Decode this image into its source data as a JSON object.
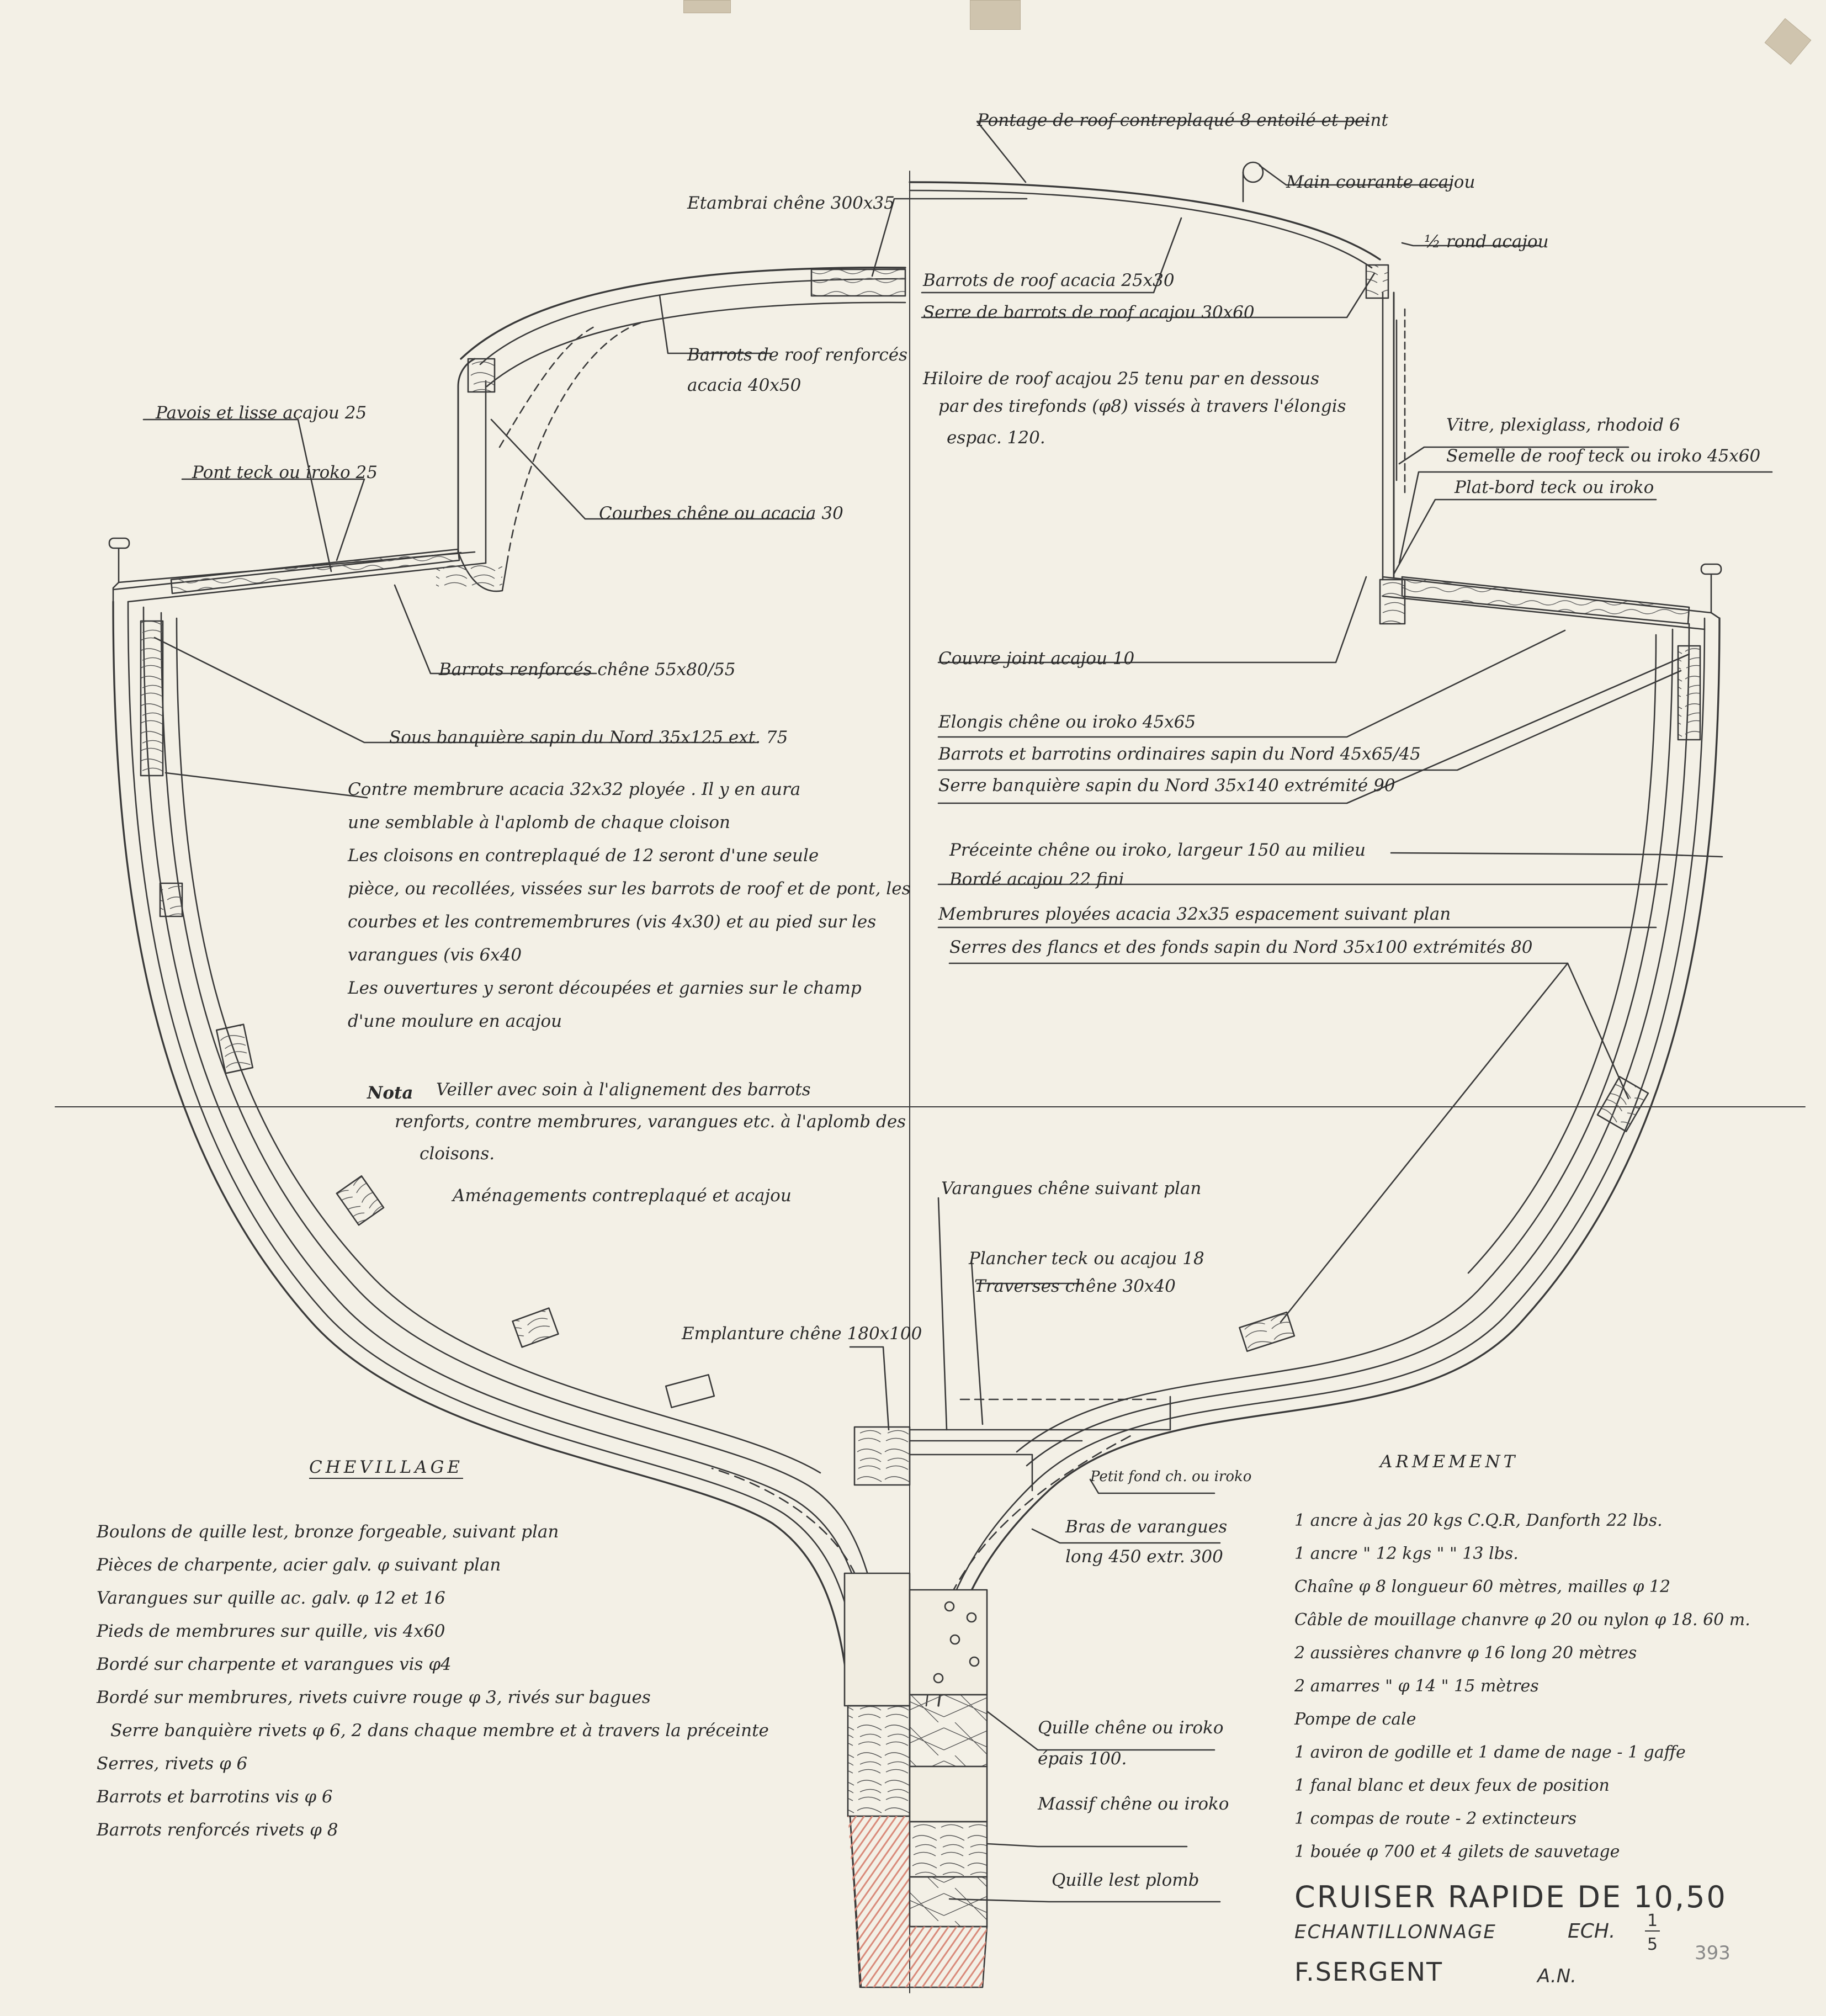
{
  "title_block": {
    "title": "CRUISER RAPIDE DE 10,50",
    "subtitle": "ECHANTILLONNAGE",
    "scale_label": "ECH.",
    "scale_num": "1",
    "scale_den": "5",
    "designer": "F.SERGENT",
    "initials": "A.N.",
    "sheet_number": "393"
  },
  "labels_left": {
    "etambrai": "Etambrai chêne 300x35",
    "barrots_roof_renforces_1": "Barrots de roof renforcés",
    "barrots_roof_renforces_2": "acacia 40x50",
    "pavois": "Pavois et lisse acajou 25",
    "pont": "Pont teck ou iroko 25",
    "courbes": "Courbes chêne ou acacia 30",
    "barrots_renforces": "Barrots renforcés chêne 55x80/55",
    "sous_banquiere": "Sous banquière sapin du Nord 35x125 ext. 75",
    "emplanture": "Emplanture chêne 180x100"
  },
  "notes_left": [
    "Contre membrure acacia 32x32 ployée . Il y en aura",
    "une semblable à l'aplomb de chaque cloison",
    "Les cloisons en contreplaqué de 12 seront d'une seule",
    "pièce, ou recollées, vissées sur les barrots de roof et de pont, les",
    "courbes et les contremembrures (vis 4x30) et au pied sur les",
    "varangues (vis 6x40",
    "Les ouvertures y seront découpées et garnies sur le champ",
    "d'une moulure en acajou"
  ],
  "nota": {
    "label": "Nota",
    "lines": [
      "Veiller avec soin à l'alignement des barrots",
      "renforts, contre membrures, varangues etc. à l'aplomb des",
      "cloisons."
    ],
    "amenagements": "Aménagements contreplaqué et acajou"
  },
  "labels_right": {
    "pontage": "Pontage de roof contreplaqué 8 entoilé et peint",
    "main_courante": "Main courante acajou",
    "demi_rond": "½ rond acajou",
    "barrots_roof": "Barrots de roof acacia 25x30",
    "serre_barrots": "Serre de barrots de roof acajou 30x60",
    "hiloire_1": "Hiloire de roof acajou 25 tenu par en dessous",
    "hiloire_2": "par des tirefonds (φ8) vissés à travers l'élongis",
    "hiloire_3": "espac. 120.",
    "vitre": "Vitre, plexiglass, rhodoid 6",
    "semelle": "Semelle de roof teck ou iroko 45x60",
    "plat_bord": "Plat-bord teck ou iroko",
    "couvre_joint": "Couvre joint acajou 10",
    "elongis": "Elongis chêne ou iroko 45x65",
    "barrots_ordinaires": "Barrots et barrotins ordinaires sapin du Nord 45x65/45",
    "serre_banquiere": "Serre banquière sapin du Nord 35x140 extrémité 90",
    "preceinte": "Préceinte chêne ou iroko, largeur 150 au milieu",
    "borde": "Bordé acajou 22 fini",
    "membrures": "Membrures ployées acacia 32x35 espacement suivant plan",
    "serres_flancs": "Serres des flancs et des fonds sapin du Nord 35x100 extrémités 80",
    "varangues": "Varangues chêne suivant plan",
    "plancher": "Plancher teck ou acajou 18",
    "traverses": "Traverses chêne 30x40",
    "petit_fond": "Petit fond ch. ou iroko",
    "bras_1": "Bras de varangues",
    "bras_2": "long 450 extr. 300",
    "quille_1": "Quille chêne ou iroko",
    "quille_2": "épais 100.",
    "massif": "Massif chêne ou iroko",
    "quille_lest": "Quille lest plomb"
  },
  "chevillage": {
    "heading": "CHEVILLAGE",
    "items": [
      "Boulons de quille lest, bronze forgeable, suivant plan",
      "Pièces de charpente, acier galv. φ suivant plan",
      "Varangues sur quille ac. galv. φ 12 et 16",
      "Pieds de membrures sur quille, vis 4x60",
      "Bordé sur charpente et varangues vis φ4",
      "Bordé sur membrures, rivets cuivre rouge φ 3, rivés sur bagues",
      "Serre banquière rivets φ 6, 2 dans chaque membre et à travers la préceinte",
      "Serres, rivets φ 6",
      "Barrots et barrotins vis φ 6",
      "Barrots renforcés rivets φ 8"
    ]
  },
  "armement": {
    "heading": "ARMEMENT",
    "items": [
      "1 ancre à jas 20 kgs C.Q.R, Danforth 22 lbs.",
      "1 ancre \" 12 kgs \" \" 13 lbs.",
      "Chaîne φ 8 longueur 60 mètres, mailles φ 12",
      "Câble de mouillage chanvre φ 20 ou nylon φ 18. 60 m.",
      "2 aussières chanvre φ 16 long 20 mètres",
      "2 amarres \" φ 14 \" 15 mètres",
      "Pompe de cale",
      "1 aviron de godille et 1 dame de nage - 1 gaffe",
      "1 fanal blanc et deux feux de position",
      "1 compas de route - 2 extincteurs",
      "1 bouée φ 700 et 4 gilets de sauvetage"
    ]
  },
  "colors": {
    "paper": "#f3f0e6",
    "ink": "#2a2a2a",
    "lead_hatch": "#d98a7a"
  }
}
